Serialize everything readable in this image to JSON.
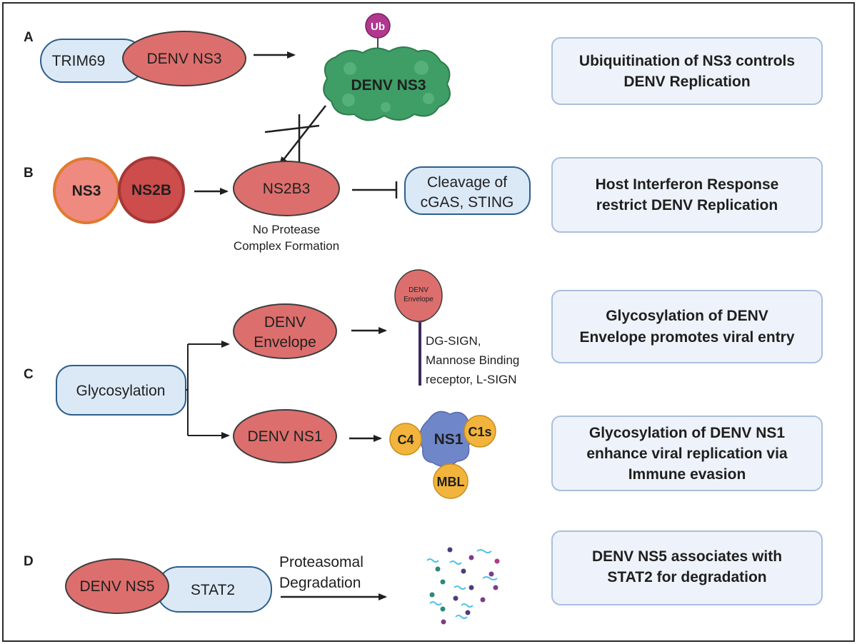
{
  "panels": {
    "a": {
      "letter": "A",
      "trim69": "TRIM69",
      "ns3": "DENV NS3",
      "ub": "Ub",
      "ns3_cloud": "DENV NS3",
      "summary_line1": "Ubiquitination of NS3 controls",
      "summary_line2": "DENV Replication"
    },
    "b": {
      "letter": "B",
      "ns3": "NS3",
      "ns2b": "NS2B",
      "ns2b3": "NS2B3",
      "note_line1": "No Protease",
      "note_line2": "Complex Formation",
      "cleavage_line1": "Cleavage of",
      "cleavage_line2": "cGAS, STING",
      "summary_line1": "Host Interferon Response",
      "summary_line2": "restrict DENV Replication"
    },
    "c": {
      "letter": "C",
      "glycosylation": "Glycosylation",
      "envelope_line1": "DENV",
      "envelope_line2": "Envelope",
      "receptor_env_line1": "DENV",
      "receptor_env_line2": "Envelope",
      "receptor_line1": "DG-SIGN,",
      "receptor_line2": "Mannose Binding",
      "receptor_line3": "receptor, L-SIGN",
      "ns1": "DENV NS1",
      "complex_ns1": "NS1",
      "c4": "C4",
      "c1s": "C1s",
      "mbl": "MBL",
      "summary1_line1": "Glycosylation of DENV",
      "summary1_line2": "Envelope promotes viral entry",
      "summary2_line1": "Glycosylation of DENV NS1",
      "summary2_line2": "enhance viral replication via",
      "summary2_line3": "Immune evasion"
    },
    "d": {
      "letter": "D",
      "ns5": "DENV NS5",
      "stat2": "STAT2",
      "arrow_line1": "Proteasomal",
      "arrow_line2": "Degradation",
      "summary_line1": "DENV NS5 associates with",
      "summary_line2": "STAT2 for degradation"
    }
  },
  "colors": {
    "blue_pill": "#dbe9f7",
    "blue_stroke": "#2d5e8c",
    "red_pill": "#dc6f6d",
    "red_stroke": "#3d3d3d",
    "green": "#3e9e66",
    "purple_ub": "#b0388f",
    "summary_fill": "#eef3fb",
    "summary_stroke": "#a9bfdc",
    "yellow": "#f2b43c",
    "ns1_blue": "#6f86c9"
  }
}
